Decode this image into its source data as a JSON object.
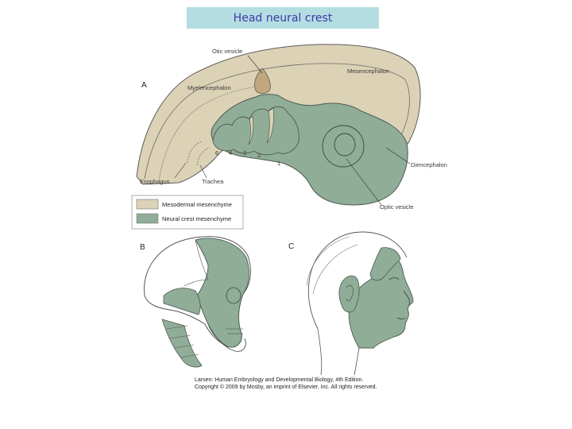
{
  "title": "Head neural crest",
  "panels": {
    "a": "A",
    "b": "B",
    "c": "C"
  },
  "labels": {
    "otic_vesicle": "Otic vesicle",
    "mesencephalon": "Mesencephalon",
    "myelencephalon": "Myelencephalon",
    "diencephalon": "Diencephalon",
    "optic_vesicle": "Optic vesicle",
    "esophagus": "Esophagus",
    "trachea": "Trachea",
    "arches": [
      "6",
      "4",
      "3",
      "2",
      "1"
    ]
  },
  "legend": [
    {
      "label": "Mesodermal mesenchyme",
      "color": "#dcd2b6"
    },
    {
      "label": "Neural crest mesenchyme",
      "color": "#8fad97"
    }
  ],
  "credit": [
    "Larsen: Human Embryology and Developmental Biology, 4th Edition.",
    "Copyright © 2009 by Mosby, an imprint of Elsevier, Inc. All rights reserved."
  ]
}
